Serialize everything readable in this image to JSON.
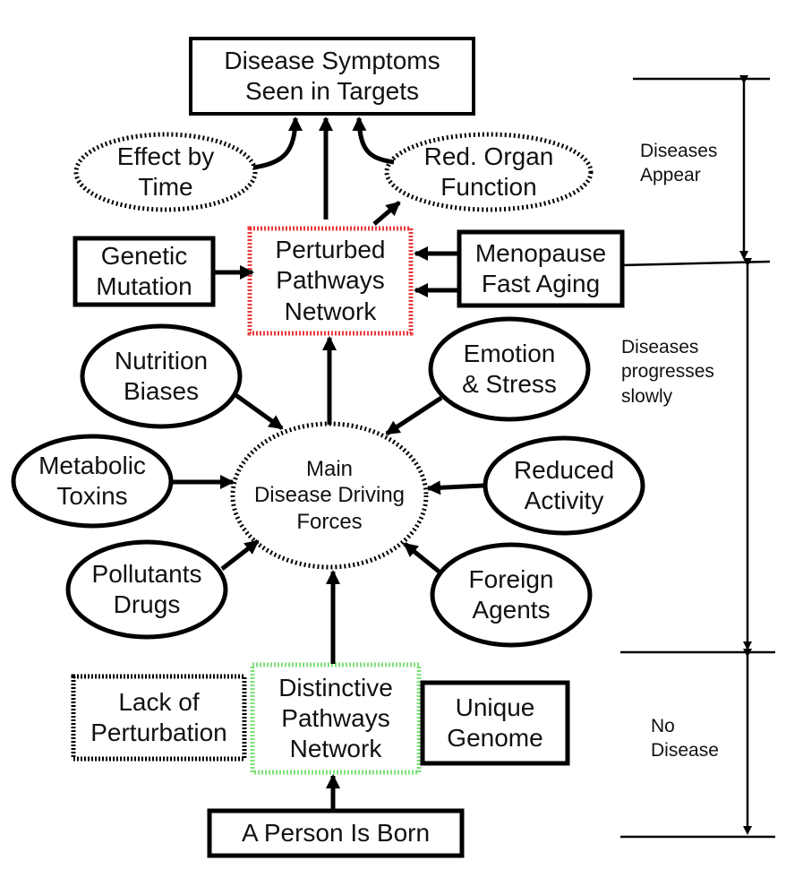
{
  "diagram": {
    "nodes": {
      "symptoms": "Disease Symptoms\nSeen in Targets",
      "effect_by_time": "Effect by\nTime",
      "red_organ": "Red. Organ\nFunction",
      "genetic_mutation": "Genetic\nMutation",
      "perturbed": "Perturbed\nPathways\nNetwork",
      "menopause": "Menopause\nFast Aging",
      "nutrition": "Nutrition\nBiases",
      "emotion": "Emotion\n& Stress",
      "metabolic": "Metabolic\nToxins",
      "main_forces": "Main\nDisease Driving\nForces",
      "reduced_activity": "Reduced\nActivity",
      "pollutants": "Pollutants\nDrugs",
      "foreign": "Foreign\nAgents",
      "lack_perturbation": "Lack of\nPerturbation",
      "distinctive": "Distinctive\nPathways\nNetwork",
      "unique_genome": "Unique\nGenome",
      "born": "A Person Is Born"
    },
    "stages": {
      "appear": "Diseases\nAppear",
      "progress": "Diseases\nprogresses\nslowly",
      "none": "No\nDisease"
    },
    "colors": {
      "perturbed_border": "#e83a3a",
      "distinctive_border": "#7fe07a",
      "ink": "#000000"
    }
  }
}
